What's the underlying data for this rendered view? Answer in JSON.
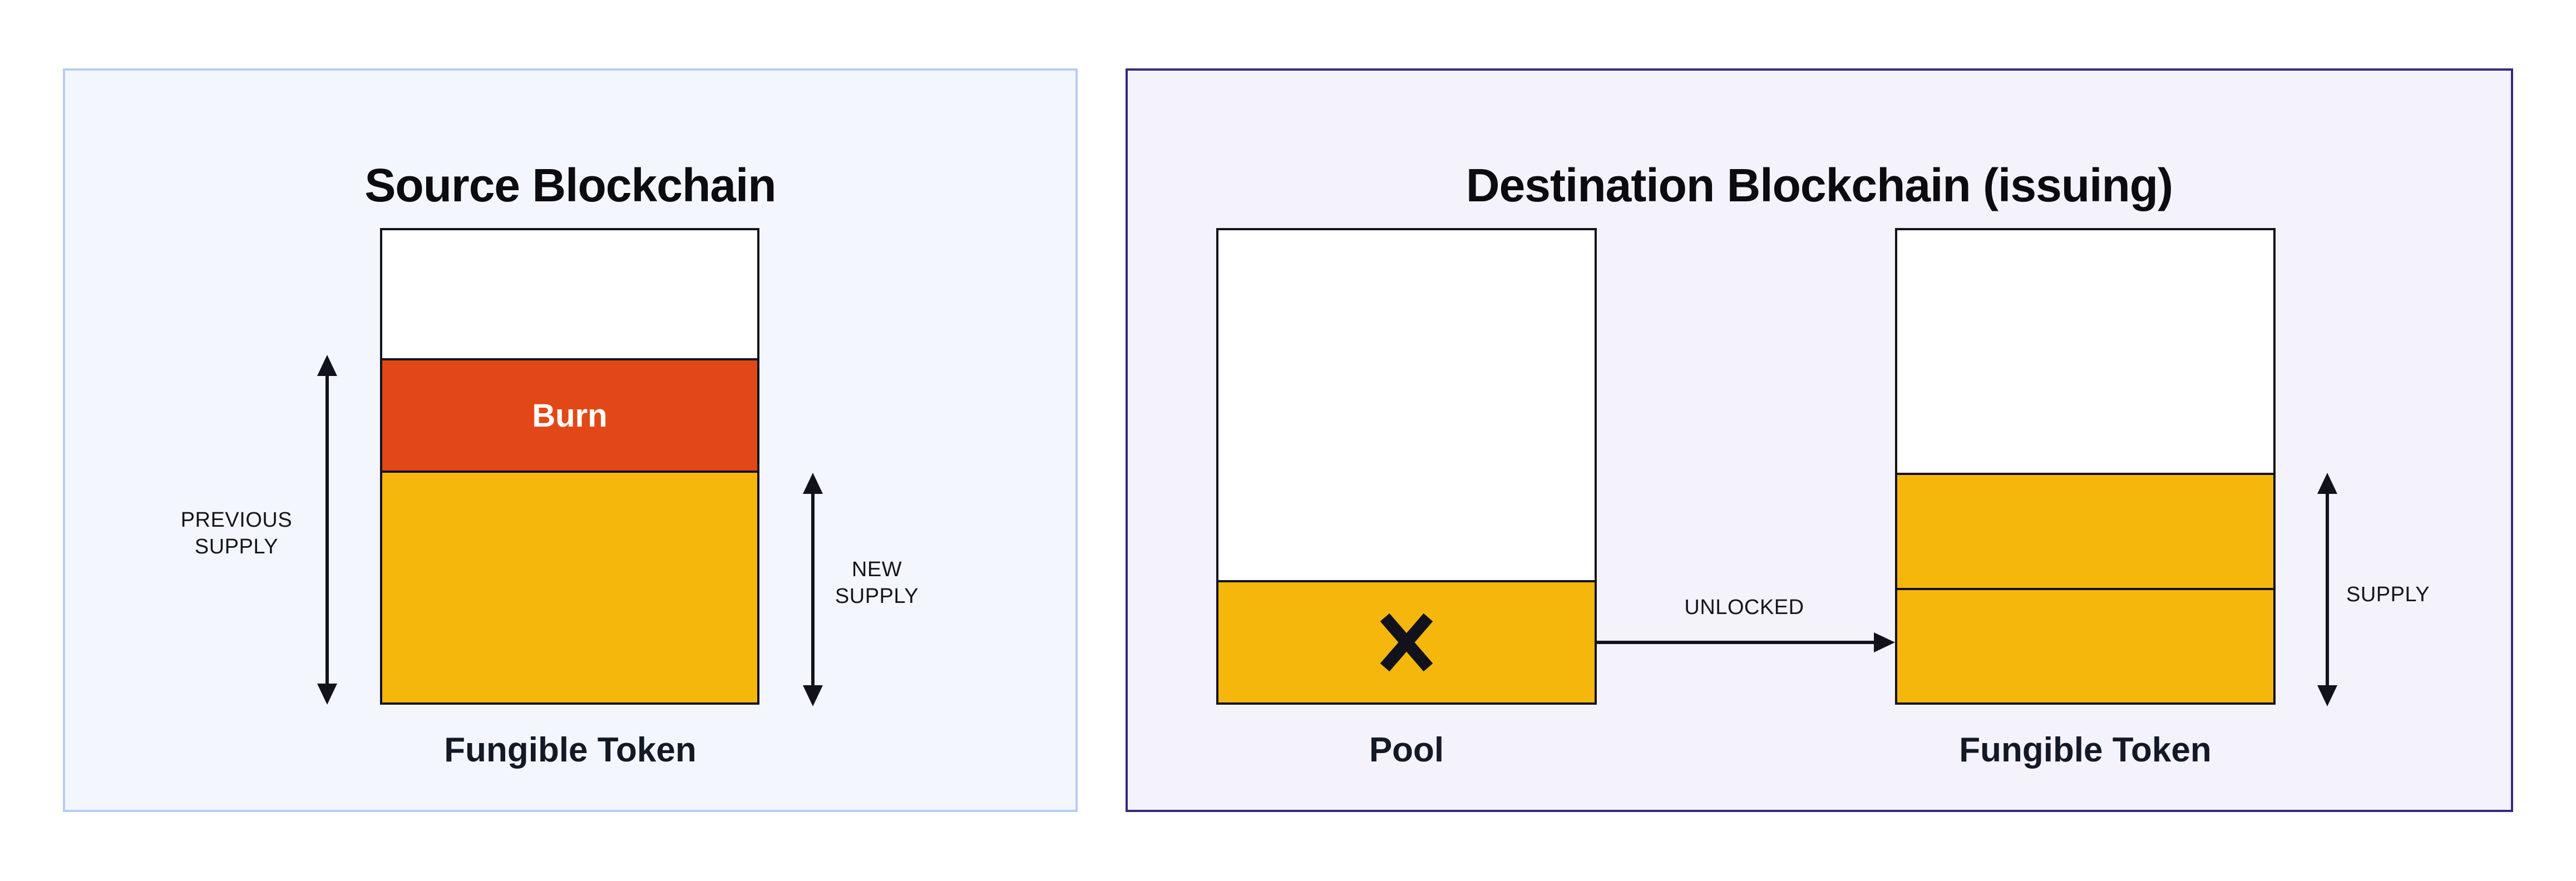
{
  "diagram": {
    "source_panel": {
      "title": "Source Blockchain",
      "previous_supply_line1": "PREVIOUS",
      "previous_supply_line2": "SUPPLY",
      "new_supply_line1": "NEW",
      "new_supply_line2": "SUPPLY",
      "burn_label": "Burn",
      "token_label": "Fungible Token"
    },
    "destination_panel": {
      "title": "Destination Blockchain (issuing)",
      "pool_label": "Pool",
      "unlocked_label": "UNLOCKED",
      "supply_label": "SUPPLY",
      "token_label": "Fungible Token"
    },
    "colors": {
      "burn_fill": "#E24817",
      "token_fill": "#F6B70C",
      "bar_outline": "#12121C",
      "source_bg": "#F3F7FD",
      "source_border": "#B9CBF2",
      "destination_bg": "#F4F2FB",
      "destination_border": "#39277F",
      "title_text": "#0B0B10",
      "label_text": "#141927",
      "small_label_text": "#15151C",
      "arrow_color": "#12121C",
      "burn_text": "#FFFFFF"
    }
  }
}
